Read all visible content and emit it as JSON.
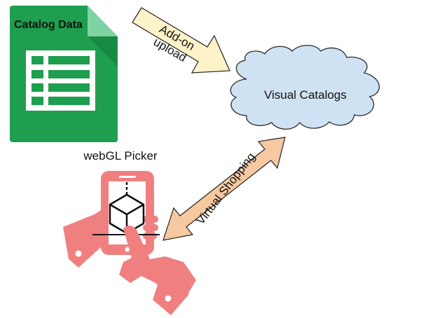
{
  "spreadsheet": {
    "title": "Catalog Data",
    "icon": "spreadsheet-icon",
    "color": "#1e9e4f"
  },
  "upload_arrow": {
    "line1": "Add-on",
    "line2": "upload",
    "color": "#fdf3c8"
  },
  "cloud": {
    "label": "Visual Catalogs",
    "color": "#cfe2f3"
  },
  "picker": {
    "label": "webGL Picker",
    "icon": "phone-with-cube-icon",
    "color": "#f08080"
  },
  "shopping_arrow": {
    "label": "Virtual Shopping",
    "color": "#f6c9a0"
  }
}
